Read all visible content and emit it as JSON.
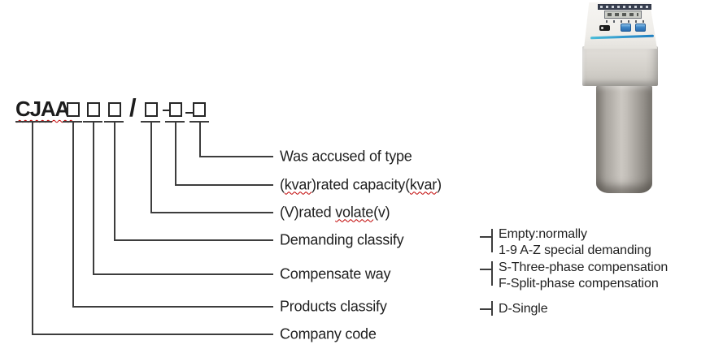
{
  "model_code": {
    "prefix": "CJAA-",
    "separator_slash": "/",
    "box_count": 6
  },
  "segment_labels": {
    "was_accused": "Was accused of type",
    "capacity_p1": "(",
    "capacity_p2": "kvar",
    "capacity_p3": ")rated capacity(",
    "capacity_p4": "kvar",
    "capacity_p5": ")",
    "voltage_p1": "(V)rated ",
    "voltage_p2": "volate",
    "voltage_p3": "(v)",
    "demanding": "Demanding classify",
    "compensate": "Compensate way",
    "products": "Products classify",
    "company": "Company code"
  },
  "annotations": {
    "demanding": [
      "Empty:normally",
      "1-9 A-Z special demanding"
    ],
    "compensate": [
      "S-Three-phase compensation",
      "F-Split-phase compensation"
    ],
    "products": [
      "D-Single"
    ]
  },
  "colors": {
    "line": "#3d3d3d",
    "text": "#1f1f1f",
    "squiggle": "#c00000",
    "button_blue": "#2f7cc0",
    "stripe_blue": "#2e93cc"
  }
}
